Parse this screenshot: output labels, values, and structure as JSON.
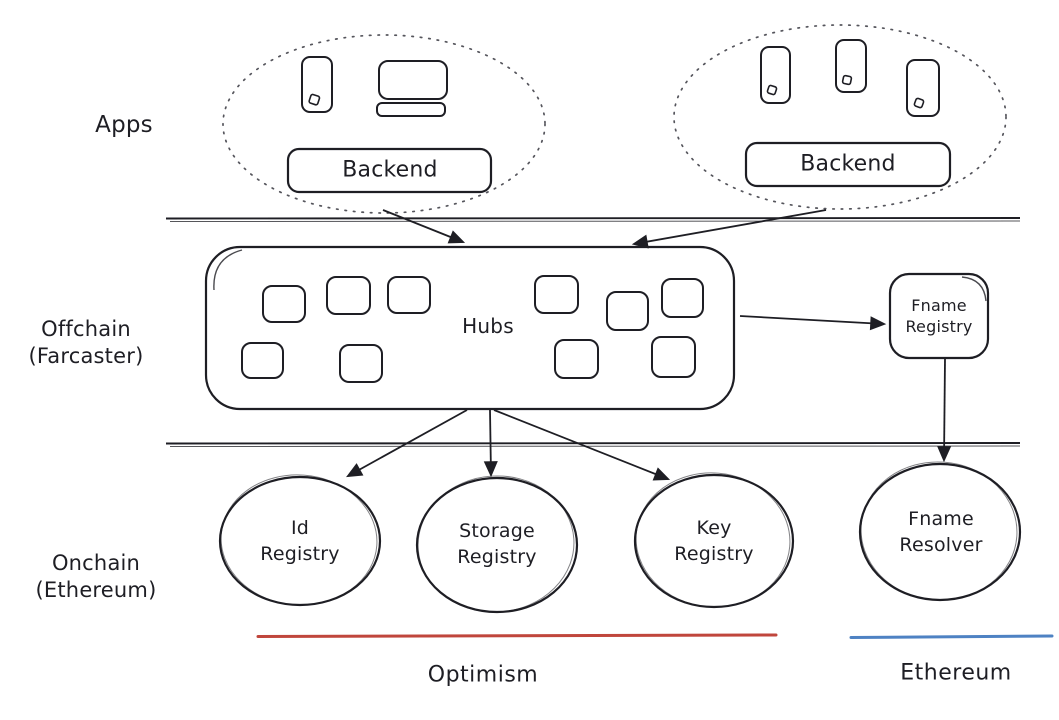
{
  "layers": {
    "apps": {
      "label": "Apps"
    },
    "offchain": {
      "label": "Offchain\n(Farcaster)"
    },
    "onchain": {
      "label": "Onchain\n(Ethereum)"
    }
  },
  "apps_layer": {
    "left_cluster": {
      "backend_label": "Backend"
    },
    "right_cluster": {
      "backend_label": "Backend"
    }
  },
  "offchain_layer": {
    "hubs_label": "Hubs",
    "fname_registry_label": "Fname\nRegistry"
  },
  "onchain_layer": {
    "id_registry_label": "Id\nRegistry",
    "storage_registry_label": "Storage\nRegistry",
    "key_registry_label": "Key\nRegistry",
    "fname_resolver_label": "Fname\nResolver"
  },
  "chains": {
    "optimism": {
      "label": "Optimism",
      "underline_color": "#c0463c"
    },
    "ethereum": {
      "label": "Ethereum",
      "underline_color": "#4e82c3"
    }
  },
  "colors": {
    "ink": "#1e1e24",
    "dotted_outline": "#55555c"
  }
}
